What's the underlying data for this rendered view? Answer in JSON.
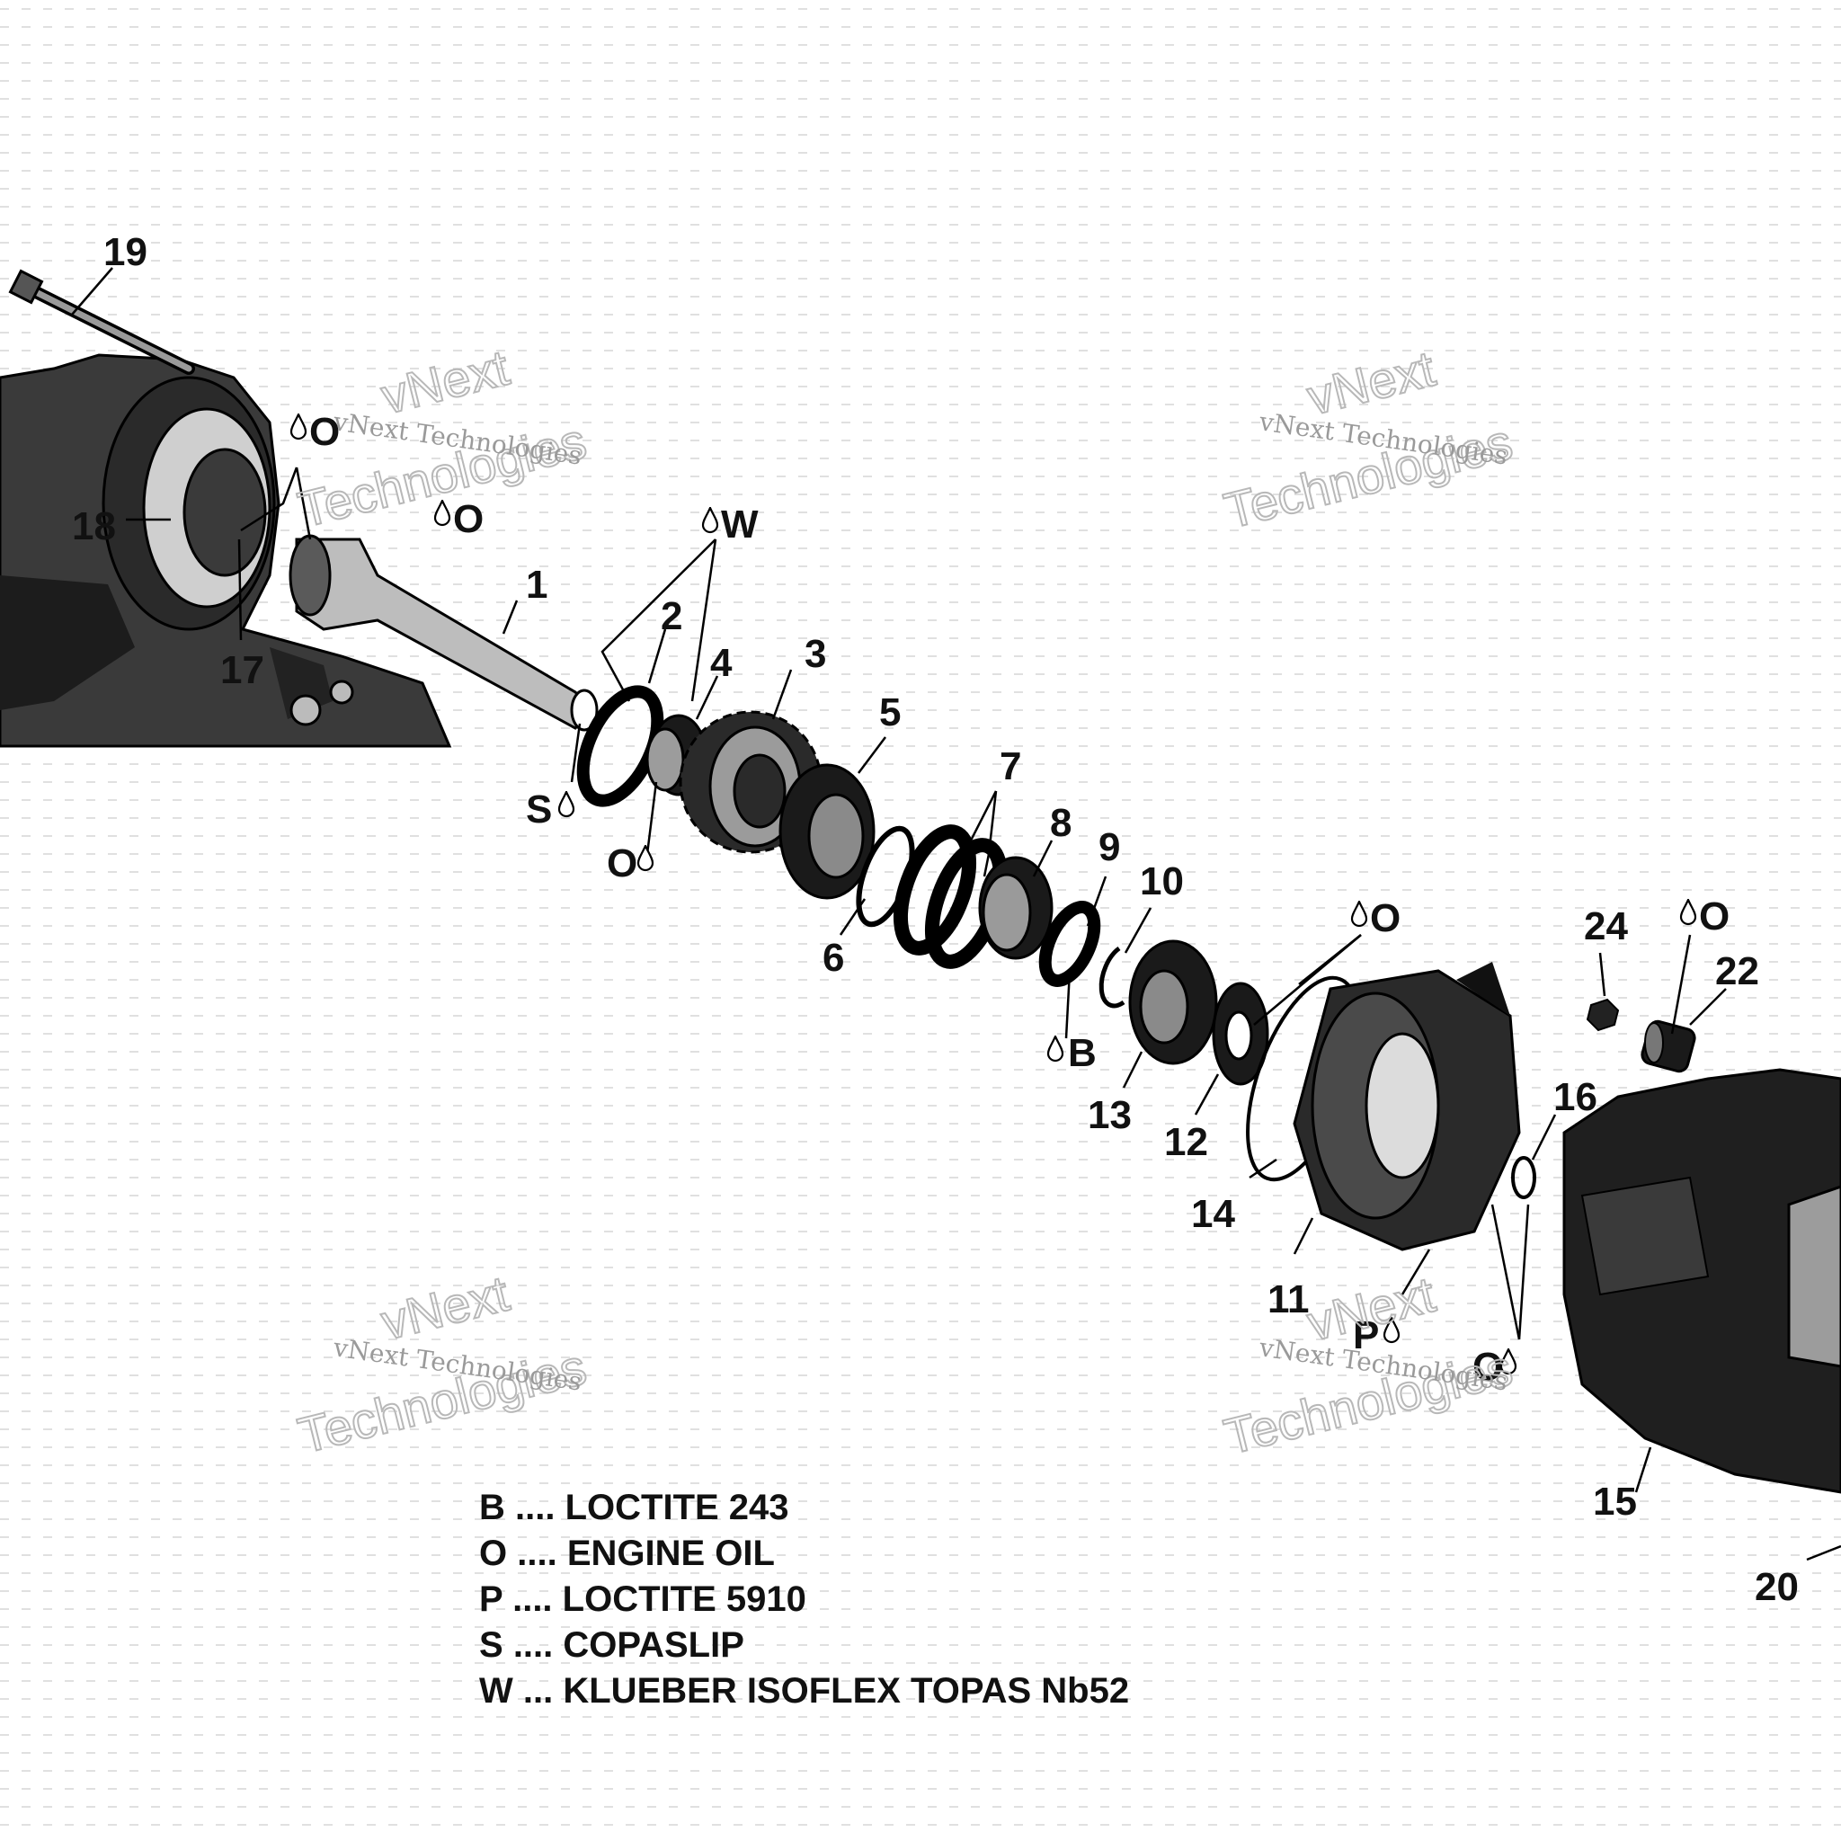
{
  "callouts": {
    "c1": "1",
    "c2": "2",
    "c3": "3",
    "c4": "4",
    "c5": "5",
    "c6": "6",
    "c7": "7",
    "c8": "8",
    "c9": "9",
    "c10": "10",
    "c11": "11",
    "c12": "12",
    "c13": "13",
    "c14": "14",
    "c15": "15",
    "c16": "16",
    "c17": "17",
    "c18": "18",
    "c19": "19",
    "c20": "20",
    "c22": "22",
    "c24": "24"
  },
  "lube_tags": {
    "t_o_housing": "O",
    "t_o_shaft": "O",
    "t_w": "W",
    "t_s": "S",
    "t_o_bearing": "O",
    "t_b": "B",
    "t_o_cover": "O",
    "t_o_22": "O",
    "t_p": "P",
    "t_o_16": "O"
  },
  "watermark": {
    "line1": "vNext",
    "line2": "Technologies",
    "small": "vNext Technologies"
  },
  "legend": [
    {
      "code": "B",
      "sep": "....",
      "text": "LOCTITE 243"
    },
    {
      "code": "O",
      "sep": "....",
      "text": "ENGINE OIL"
    },
    {
      "code": "P",
      "sep": "....",
      "text": "LOCTITE 5910"
    },
    {
      "code": "S",
      "sep": "....",
      "text": "COPASLIP"
    },
    {
      "code": "W",
      "sep": "...",
      "text": "KLUEBER ISOFLEX TOPAS Nb52"
    }
  ],
  "icons": {
    "drop": "oil-drop-icon"
  }
}
